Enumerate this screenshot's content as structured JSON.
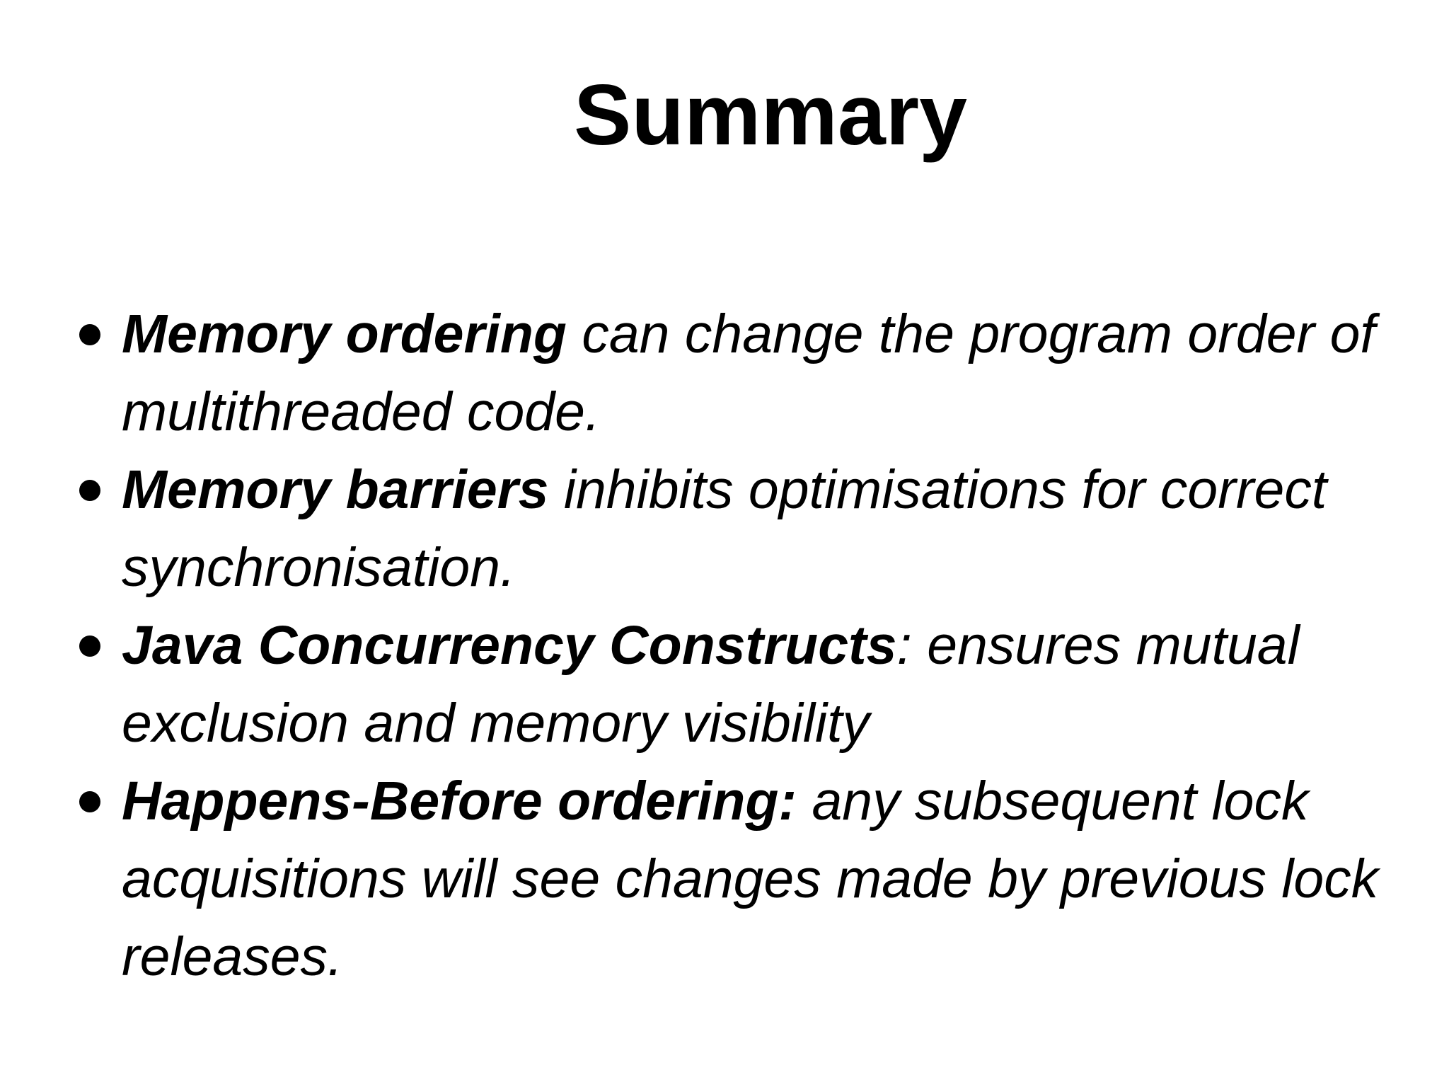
{
  "slide": {
    "title": "Summary",
    "colors": {
      "background": "#ffffff",
      "text": "#000000"
    },
    "bullets": [
      {
        "lead": "Memory ordering",
        "rest": " can change the program order of multithreaded code."
      },
      {
        "lead": "Memory barriers",
        "rest": " inhibits optimisations for correct synchronisation."
      },
      {
        "lead": "Java Concurrency Constructs",
        "rest": ": ensures mutual exclusion and memory visibility"
      },
      {
        "lead": "Happens-Before ordering:",
        "rest": " any subsequent lock acquisitions will see changes made by previous lock releases."
      }
    ]
  }
}
